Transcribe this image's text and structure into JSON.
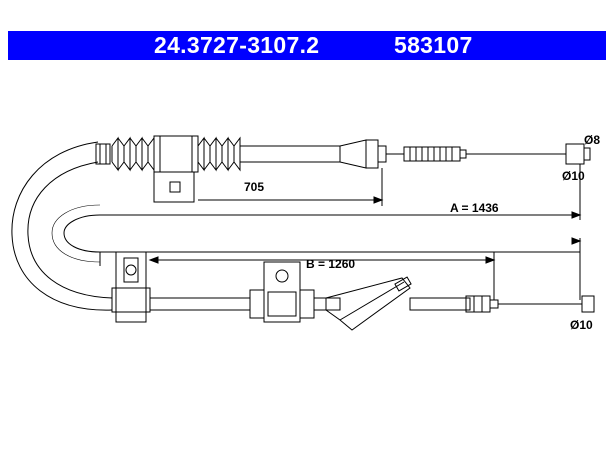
{
  "header": {
    "part_number": "24.3727-3107.2",
    "reference_number": "583107",
    "background_color": "#0000ff",
    "text_color": "#ffffff"
  },
  "dimensions": {
    "inner_length": "705",
    "length_a": "A = 1436",
    "length_b": "B = 1260",
    "upper_fitting_small": "Ø8",
    "upper_fitting_large": "Ø10",
    "lower_fitting": "Ø10"
  }
}
